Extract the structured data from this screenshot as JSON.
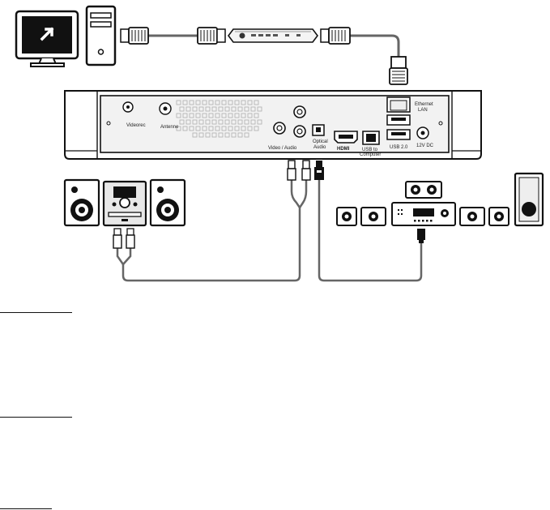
{
  "panel_labels": {
    "videorec": "Videorec",
    "antenna": "Antenne",
    "video_audio": "Video / Audio",
    "optical_audio_1": "Optical",
    "optical_audio_2": "Audio",
    "hdmi": "HDMI",
    "usb_computer_1": "USB to",
    "usb_computer_2": "Computer",
    "usb_20": "USB 2.0",
    "ethernet_1": "Ethernet",
    "ethernet_2": "LAN",
    "dc_in": "12V DC"
  },
  "section_rules": [
    {
      "name": "section-rule-1"
    },
    {
      "name": "section-rule-2"
    },
    {
      "name": "section-rule-3"
    }
  ],
  "icons": {
    "computer": "computer-icon",
    "router": "network-router-icon",
    "media_player": "media-player-rear-panel",
    "stereo": "stereo-system-icon",
    "surround": "surround-system-icon"
  },
  "colors": {
    "outline": "#111111",
    "cable": "#666666",
    "device_fill": "#ffffff",
    "panel_fill": "#f2f2f2"
  }
}
